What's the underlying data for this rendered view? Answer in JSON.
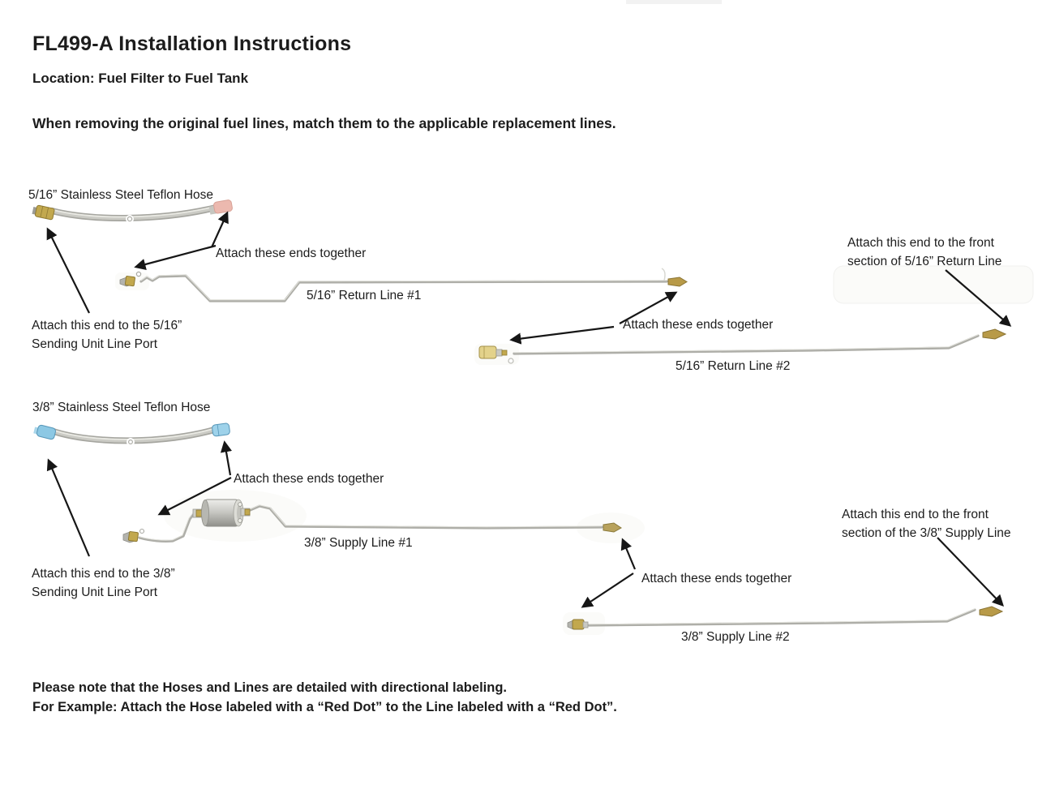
{
  "header": {
    "title": "FL499-A Installation Instructions",
    "location": "Location: Fuel Filter to Fuel Tank",
    "intro": "When removing the original fuel lines, match them to the applicable replacement lines."
  },
  "diagram": {
    "hose_516_label": "5/16” Stainless Steel Teflon Hose",
    "attach_hose_516": "Attach these ends together",
    "return_line_1_label": "5/16” Return Line #1",
    "note_516_sending_1": "Attach this end to the 5/16”",
    "note_516_sending_2": "Sending Unit Line Port",
    "attach_lines_516": "Attach these ends together",
    "return_line_2_label": "5/16” Return Line #2",
    "note_516_front_1": "Attach this end to the front",
    "note_516_front_2": "section of 5/16” Return Line",
    "hose_38_label": "3/8” Stainless Steel Teflon Hose",
    "attach_hose_38": "Attach these ends together",
    "supply_line_1_label": "3/8” Supply Line #1",
    "note_38_sending_1": "Attach this end to the 3/8”",
    "note_38_sending_2": "Sending Unit Line Port",
    "attach_lines_38": "Attach these ends together",
    "supply_line_2_label": "3/8” Supply Line #2",
    "note_38_front_1": "Attach this end to the front",
    "note_38_front_2": "section of the 3/8” Supply Line"
  },
  "footer": {
    "line1": "Please note that the Hoses and Lines are detailed with directional labeling.",
    "line2": "For Example: Attach the Hose labeled with a “Red Dot” to the Line labeled with a “Red Dot”."
  },
  "colors": {
    "text": "#1c1c1c",
    "tube": "#aeaea8",
    "tube_highlight": "#e4e4de",
    "brass_fitting": "#c2a84e",
    "pale_brass_fitting": "#e3d28b",
    "pink_fitting": "#ecb9af",
    "blue_fitting": "#8cc8e4",
    "arrow": "#161616"
  }
}
